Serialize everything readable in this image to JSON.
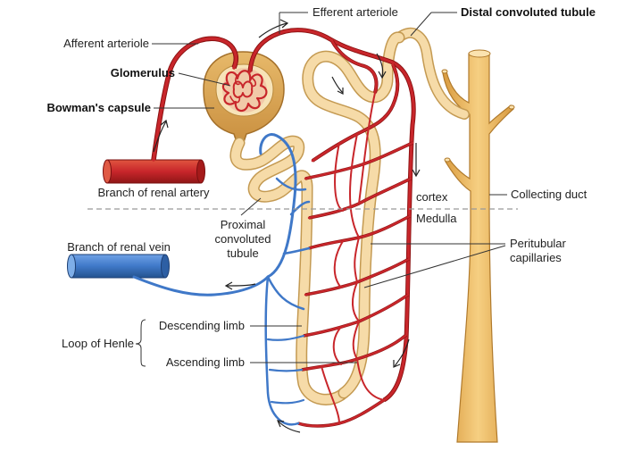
{
  "labels": {
    "efferent_arteriole": "Efferent arteriole",
    "distal_convoluted_tubule": "Distal convoluted tubule",
    "afferent_arteriole": "Afferent arteriole",
    "glomerulus": "Glomerulus",
    "bowmans_capsule": "Bowman's capsule",
    "branch_renal_artery": "Branch of renal artery",
    "cortex": "cortex",
    "medulla": "Medulla",
    "collecting_duct": "Collecting duct",
    "proximal_line1": "Proximal",
    "proximal_line2": "convoluted",
    "proximal_line3": "tubule",
    "branch_renal_vein": "Branch of renal vein",
    "peritubular_line1": "Peritubular",
    "peritubular_line2": "capillaries",
    "descending_limb": "Descending limb",
    "loop_of_henle": "Loop of Henle",
    "ascending_limb": "Ascending limb"
  },
  "colors": {
    "artery": "#c8262b",
    "vein": "#3f78c8",
    "tubule": "#f6dba8",
    "tubule_outline": "#c49a52",
    "collecting_duct": "#efbf6a",
    "capsule": "#d9a75a"
  }
}
